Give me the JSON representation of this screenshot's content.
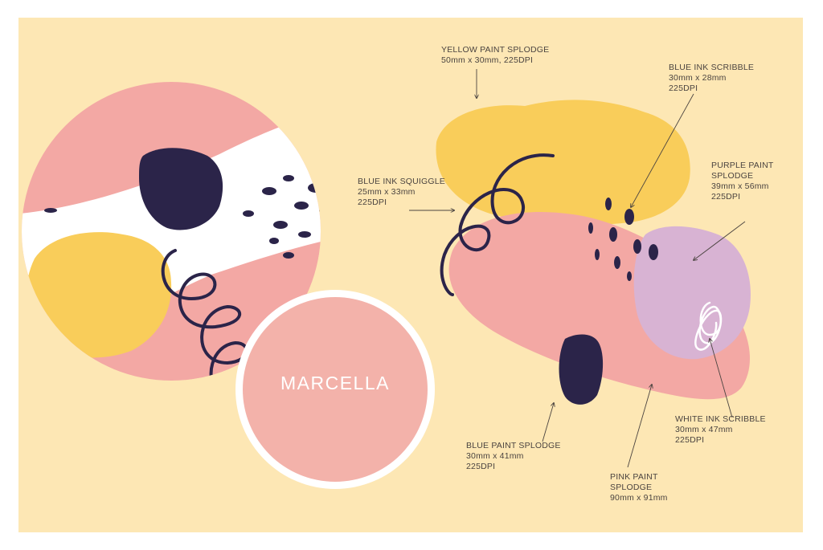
{
  "brand": {
    "name": "MARCELLA"
  },
  "colors": {
    "background": "#fde7b4",
    "pink": "#f3a8a4",
    "yellow": "#f9cd5a",
    "navy": "#2b2449",
    "lilac": "#d8b3d3",
    "white": "#ffffff"
  },
  "labels": {
    "yellow_splodge": {
      "title": "YELLOW PAINT SPLODGE",
      "spec": "50mm x 30mm, 225DPI"
    },
    "blue_scribble": {
      "title": "BLUE INK SCRIBBLE",
      "size": "30mm x 28mm",
      "dpi": "225DPI"
    },
    "purple_splodge": {
      "title1": "PURPLE PAINT",
      "title2": "SPLODGE",
      "size": "39mm x 56mm",
      "dpi": "225DPI"
    },
    "blue_squiggle": {
      "title": "BLUE INK SQUIGGLE",
      "size": "25mm x 33mm",
      "dpi": "225DPI"
    },
    "white_scribble": {
      "title": "WHITE INK SCRIBBLE",
      "size": "30mm x 47mm",
      "dpi": "225DPI"
    },
    "blue_splodge": {
      "title": "BLUE PAINT SPLODGE",
      "size": "30mm x 41mm",
      "dpi": "225DPI"
    },
    "pink_splodge": {
      "title1": "PINK PAINT",
      "title2": "SPLODGE",
      "size": "90mm x 91mm"
    }
  }
}
